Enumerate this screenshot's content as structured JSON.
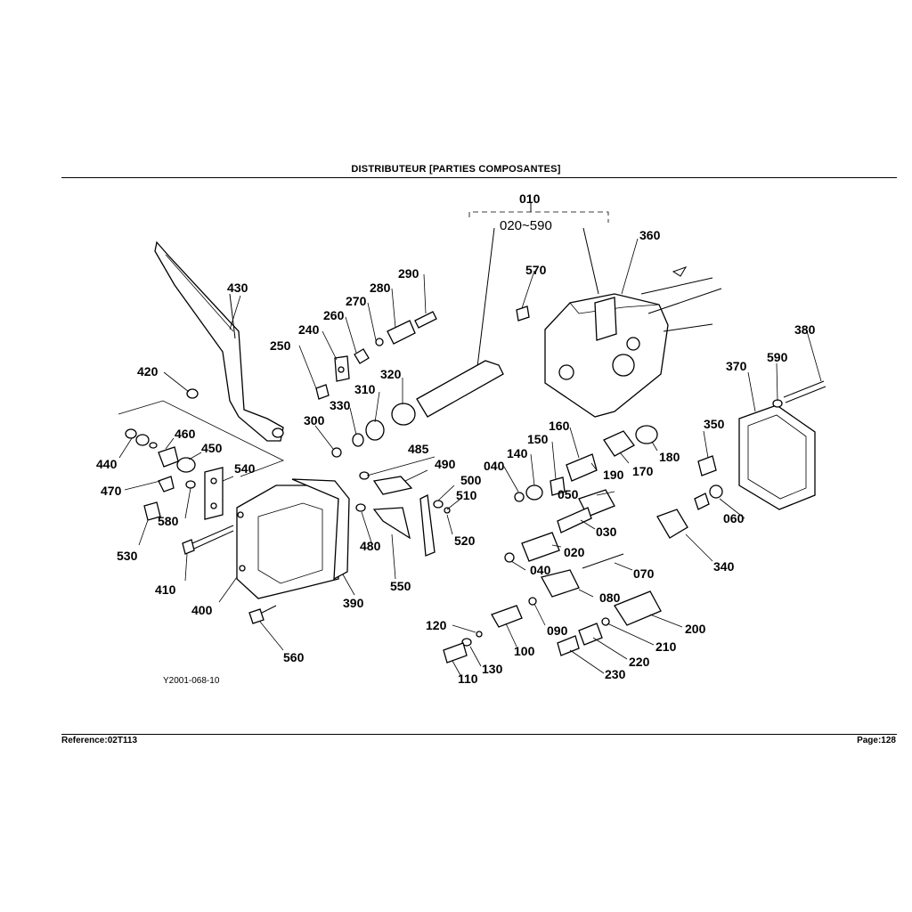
{
  "header": {
    "title": "DISTRIBUTEUR   [PARTIES COMPOSANTES]"
  },
  "diagram": {
    "group_label": "010",
    "range_label": "020~590",
    "figure_code": "Y2001-068-10",
    "parts": [
      "010",
      "020",
      "030",
      "040",
      "050",
      "060",
      "070",
      "080",
      "090",
      "100",
      "110",
      "120",
      "130",
      "140",
      "150",
      "160",
      "170",
      "180",
      "190",
      "200",
      "210",
      "220",
      "230",
      "240",
      "250",
      "260",
      "270",
      "280",
      "290",
      "300",
      "310",
      "320",
      "330",
      "340",
      "350",
      "360",
      "370",
      "380",
      "390",
      "400",
      "410",
      "420",
      "430",
      "440",
      "450",
      "460",
      "470",
      "480",
      "485",
      "490",
      "500",
      "510",
      "520",
      "530",
      "540",
      "550",
      "560",
      "570",
      "580",
      "590"
    ]
  },
  "footer": {
    "reference": "Reference:02T113",
    "page": "Page:128"
  }
}
